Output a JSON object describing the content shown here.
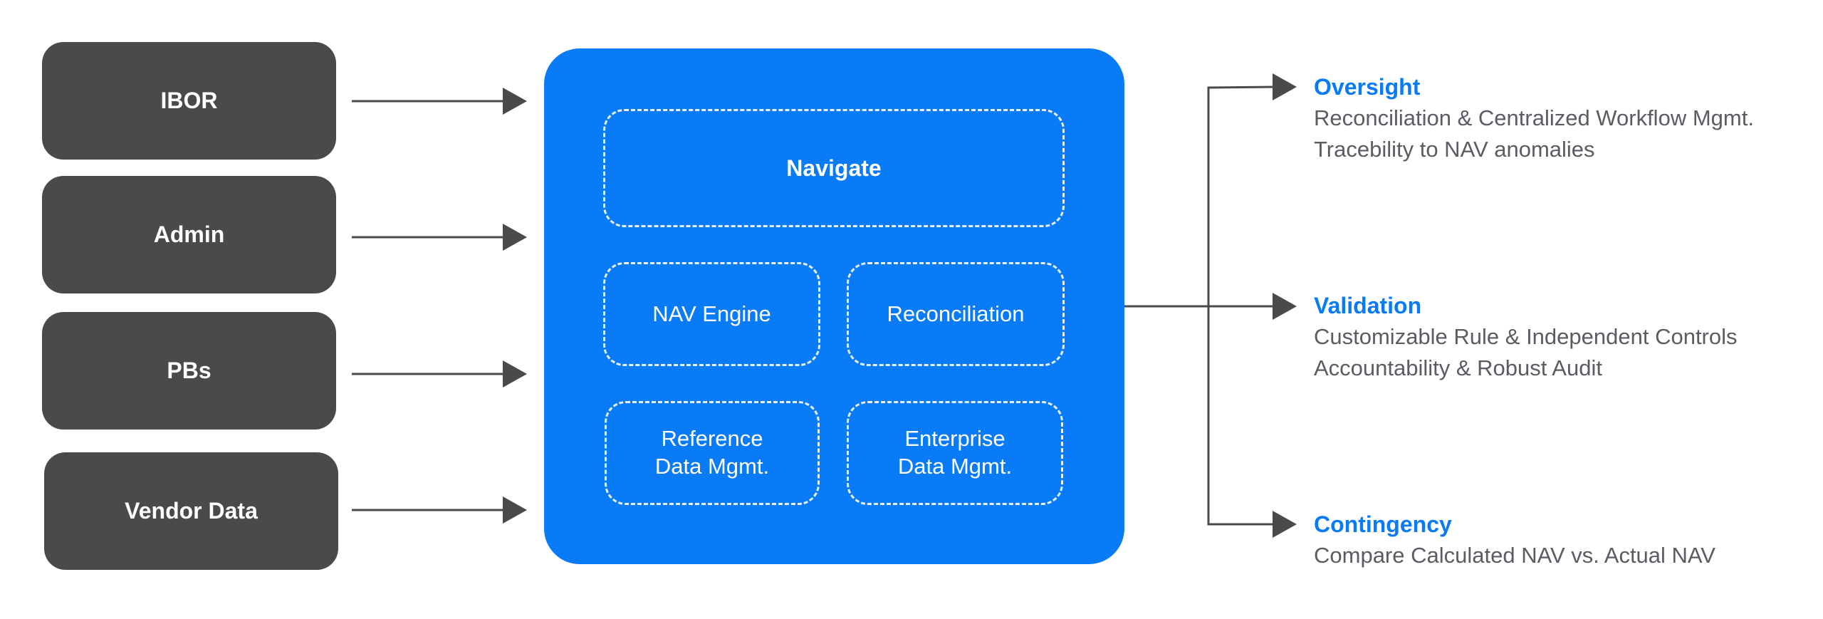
{
  "sources": [
    "IBOR",
    "Admin",
    "PBs",
    "Vendor Data"
  ],
  "platform": {
    "modules": {
      "navigate": "Navigate",
      "nav_engine": "NAV Engine",
      "reconciliation": "Reconciliation",
      "reference_data": "Reference\nData Mgmt.",
      "enterprise_data": "Enterprise\nData Mgmt."
    }
  },
  "outcomes": [
    {
      "title": "Oversight",
      "lines": [
        "Reconciliation & Centralized Workflow Mgmt.",
        "Tracebility to NAV anomalies"
      ]
    },
    {
      "title": "Validation",
      "lines": [
        "Customizable Rule & Independent Controls",
        "Accountability & Robust Audit"
      ]
    },
    {
      "title": "Contingency",
      "lines": [
        "Compare Calculated NAV vs. Actual NAV"
      ]
    }
  ],
  "colors": {
    "source_box": "#4a4a4a",
    "platform": "#0a7bf6",
    "outcome_title": "#0a7bf6",
    "outcome_text": "#5b5b63",
    "arrow": "#4a4a4a"
  }
}
